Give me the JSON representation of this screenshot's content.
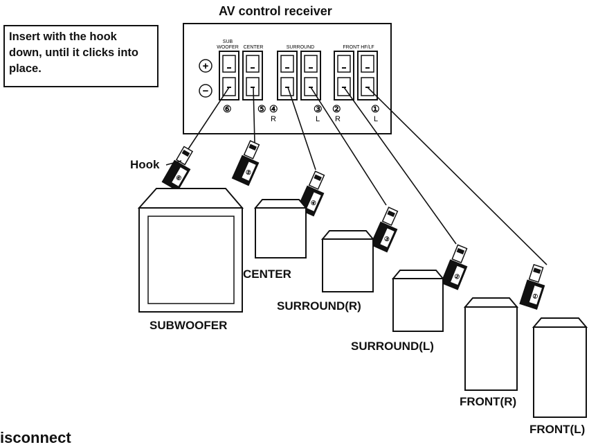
{
  "receiver": {
    "title": "AV control receiver",
    "plus_symbol": "+",
    "minus_symbol": "−",
    "groups": [
      {
        "key": "sub",
        "label_lines": [
          "SUB",
          "WOOFER"
        ]
      },
      {
        "key": "center",
        "label_lines": [
          "CENTER"
        ]
      },
      {
        "key": "surround",
        "label_lines": [
          "SURROUND"
        ]
      },
      {
        "key": "front",
        "label_lines": [
          "FRONT HF/LF"
        ]
      }
    ],
    "terminals": [
      {
        "number": "⑥",
        "sub": ""
      },
      {
        "number": "⑤",
        "sub": ""
      },
      {
        "number": "④",
        "sub": "R"
      },
      {
        "number": "③",
        "sub": "L"
      },
      {
        "number": "②",
        "sub": "R"
      },
      {
        "number": "①",
        "sub": "L"
      }
    ]
  },
  "instruction_note": "Insert with the hook down, until it clicks into place.",
  "hook_label": "Hook",
  "speakers": [
    {
      "name": "SUBWOOFER",
      "plug_number": "⑥"
    },
    {
      "name": "CENTER",
      "plug_number": "⑤"
    },
    {
      "name": "SURROUND(R)",
      "plug_number": "④"
    },
    {
      "name": "SURROUND(L)",
      "plug_number": "③"
    },
    {
      "name": "FRONT(R)",
      "plug_number": "②"
    },
    {
      "name": "FRONT(L)",
      "plug_number": "①"
    }
  ],
  "partial_text_bottom_left": "isconnect",
  "colors": {
    "line": "#111111",
    "background": "#ffffff"
  }
}
